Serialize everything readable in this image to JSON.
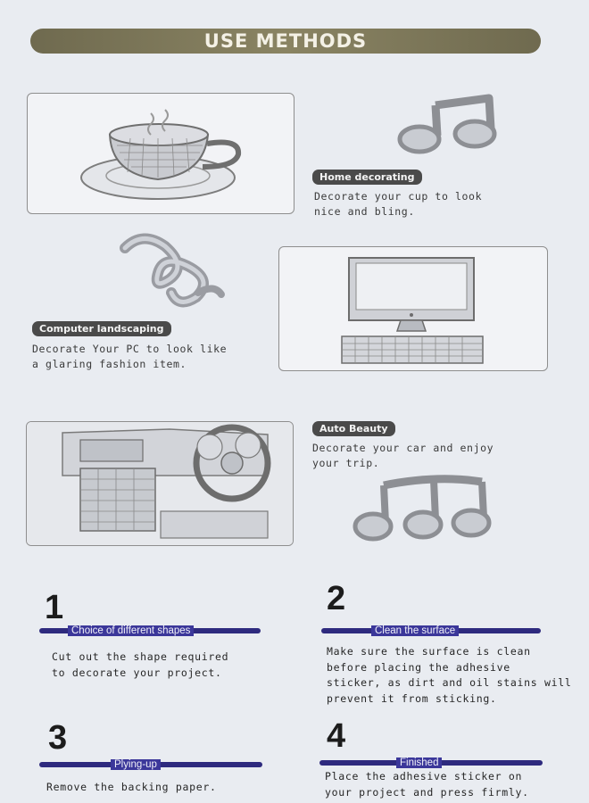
{
  "banner": {
    "title": "USE METHODS"
  },
  "sections": {
    "home": {
      "tag": "Home decorating",
      "desc": [
        "Decorate your cup to look",
        "nice and bling."
      ]
    },
    "computer": {
      "tag": "Computer landscaping",
      "desc": [
        "Decorate Your PC to look like",
        "a glaring fashion item."
      ]
    },
    "auto": {
      "tag": "Auto Beauty",
      "desc": [
        "Decorate your car and enjoy",
        "your trip."
      ]
    }
  },
  "steps": [
    {
      "number": "1",
      "label": "Choice of different shapes",
      "text": [
        "Cut out the shape required",
        "to decorate your project."
      ]
    },
    {
      "number": "2",
      "label": "Clean the surface",
      "text": [
        "Make sure the surface is clean",
        "before placing the adhesive",
        "sticker, as dirt and oil stains will",
        "prevent it from sticking."
      ]
    },
    {
      "number": "3",
      "label": "Plying-up",
      "text": [
        "Remove the backing paper."
      ]
    },
    {
      "number": "4",
      "label": "Finished",
      "text": [
        "Place the adhesive sticker on",
        "your project and press firmly."
      ]
    }
  ],
  "icons": {
    "cup": "cup-illustration",
    "note_single": "music-note-icon",
    "treble_clef": "treble-clef-icon",
    "computer": "computer-illustration",
    "car": "car-interior-illustration",
    "notes_triple": "triple-music-note-icon"
  },
  "colors": {
    "banner": "#7b7658",
    "step_bar": "#2e2a7e",
    "tag_bg": "#4a4a4a"
  }
}
